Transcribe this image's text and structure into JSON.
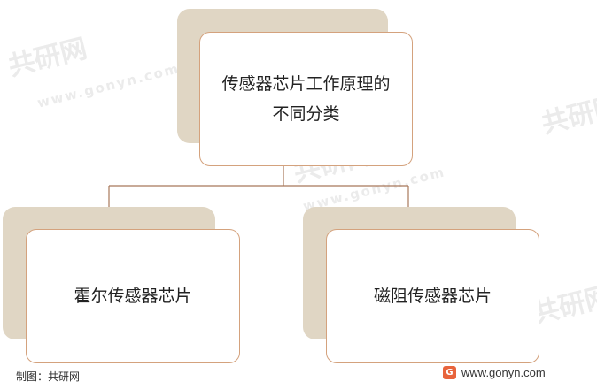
{
  "watermark": {
    "brand": "共研网",
    "url": "www.gonyn.com"
  },
  "diagram": {
    "root": {
      "line1": "传感器芯片工作原理的",
      "line2": "不同分类"
    },
    "children": [
      {
        "label": "霍尔传感器芯片"
      },
      {
        "label": "磁阻传感器芯片"
      }
    ]
  },
  "footer": {
    "source": "制图：共研网",
    "logo_letter": "G",
    "url": "www.gonyn.com"
  },
  "colors": {
    "shadow": "#e0d6c4",
    "border": "#d4a27d",
    "connector": "#a8775a",
    "logo": "#e8643c"
  }
}
